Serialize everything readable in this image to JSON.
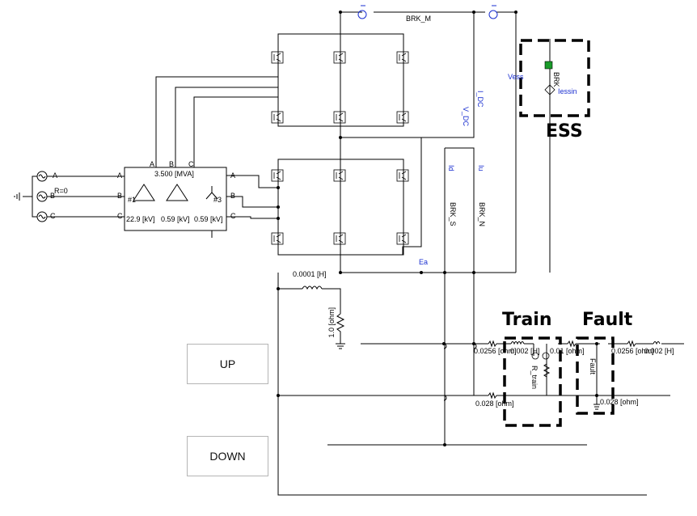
{
  "buttons": {
    "up": "UP",
    "down": "DOWN"
  },
  "labels": {
    "ess": "ESS",
    "train": "Train",
    "fault": "Fault",
    "rating": "3.500 [MVA]",
    "r0": "R=0",
    "v1": "22.9 [kV]",
    "v2": "0.59 [kV]",
    "v3": "0.59 [kV]",
    "w1": "#1",
    "w3": "#3",
    "phase_a": "A",
    "phase_b": "B",
    "phase_c": "C",
    "brk_m": "BRK_M",
    "brk_s": "BRK_S",
    "brk_n": "BRK_N",
    "brk": "BRK",
    "i_dc": "I_DC",
    "v_dc": "V_DC",
    "vess": "Vess",
    "iessin": "Iessin",
    "id": "Id",
    "iu": "Iu",
    "ea": "Ea",
    "l_res": "0.0001 [H]",
    "r_res": "1.0 [ohm]",
    "up_r1": "0.0256 [ohm]",
    "up_l1": "0.002 [H]",
    "up_r2": "0.01 [ohm]",
    "up_r3": "0.0256 [ohm]",
    "up_l3": "0.002 [H]",
    "dn_r1": "0.028 [ohm]",
    "dn_r2": "0.028 [ohm]",
    "r_train": "R_train",
    "fault_sw": "Fault"
  },
  "colors": {
    "wire": "#000000",
    "meter": "#1a2fd0",
    "ess_block": "#1a9b2a"
  }
}
